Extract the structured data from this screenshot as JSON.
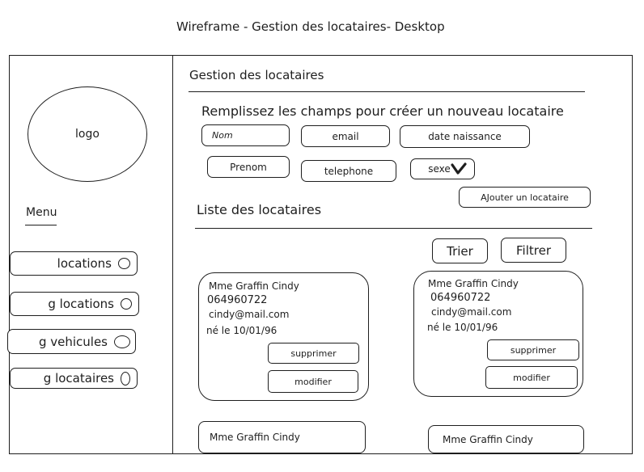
{
  "page_title": "Wireframe - Gestion des locataires- Desktop",
  "sidebar": {
    "logo_label": "logo",
    "menu_label": "Menu",
    "items": [
      {
        "label": "locations"
      },
      {
        "label": "g locations"
      },
      {
        "label": "g vehicules"
      },
      {
        "label": "g locataires"
      }
    ]
  },
  "main": {
    "header_title": "Gestion des locataires",
    "form": {
      "heading": "Remplissez les champs pour créer un nouveau locataire",
      "fields": {
        "nom": "Nom",
        "email": "email",
        "date_naissance": "date naissance",
        "prenom": "Prenom",
        "telephone": "telephone",
        "sexe": "sexe"
      },
      "submit_label": "AJouter un locataire"
    },
    "list": {
      "heading": "Liste des locataires",
      "sort_label": "Trier",
      "filter_label": "Filtrer",
      "cards": [
        {
          "name": "Mme Graffin Cindy",
          "phone": "064960722",
          "email": "cindy@mail.com",
          "birth": "né le 10/01/96",
          "delete_label": "supprimer",
          "edit_label": "modifier"
        },
        {
          "name": "Mme Graffin Cindy",
          "phone": "064960722",
          "email": "cindy@mail.com",
          "birth": "né le 10/01/96",
          "delete_label": "supprimer",
          "edit_label": "modifier"
        }
      ],
      "partial_cards": [
        {
          "name": "Mme Graffin Cindy"
        },
        {
          "name": "Mme Graffin Cindy"
        }
      ]
    }
  }
}
